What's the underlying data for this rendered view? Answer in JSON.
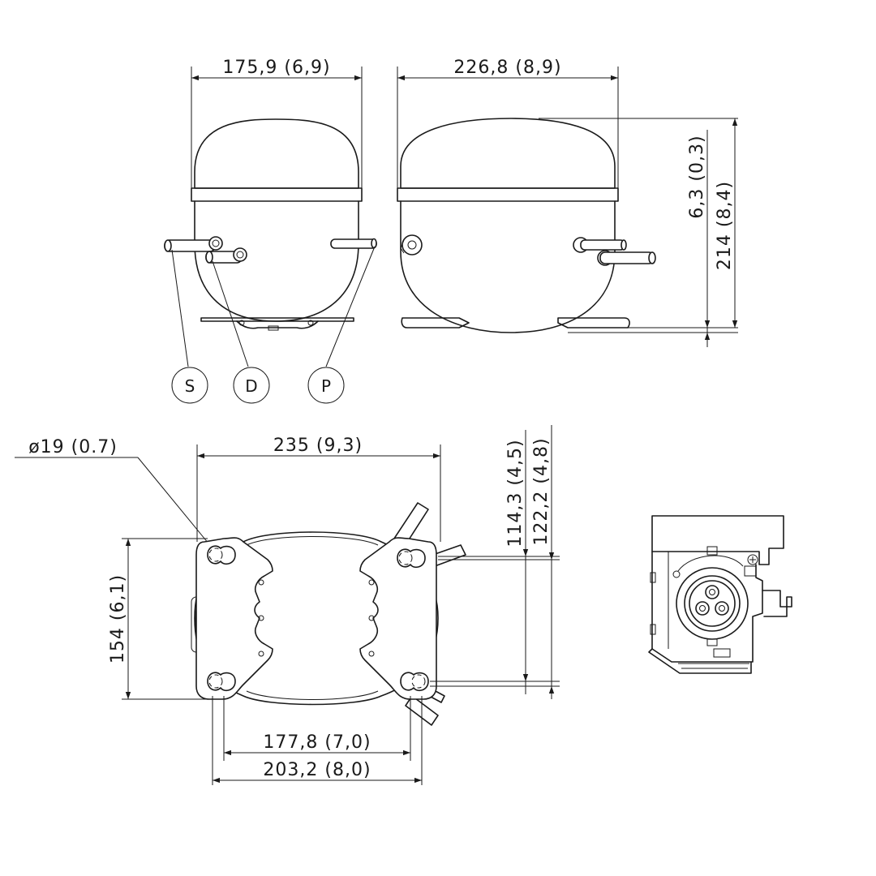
{
  "top_view_side": {
    "width_dim": "175,9 (6,9)",
    "ports": [
      {
        "label": "S"
      },
      {
        "label": "D"
      },
      {
        "label": "P"
      }
    ]
  },
  "top_view_front": {
    "width_dim": "226,8 (8,9)",
    "height_dim_small": "6,3 (0,3)",
    "height_dim_total": "214 (8,4)"
  },
  "base_view": {
    "hole_dim": "ø19 (0.7)",
    "width_dim": "235 (9,3)",
    "depth_dim": "154 (6,1)",
    "height_dim_1": "114,3 (4,5)",
    "height_dim_2": "122,2 (4,8)",
    "mount_dim_inner": "177,8 (7,0)",
    "mount_dim_outer": "203,2 (8,0)"
  }
}
